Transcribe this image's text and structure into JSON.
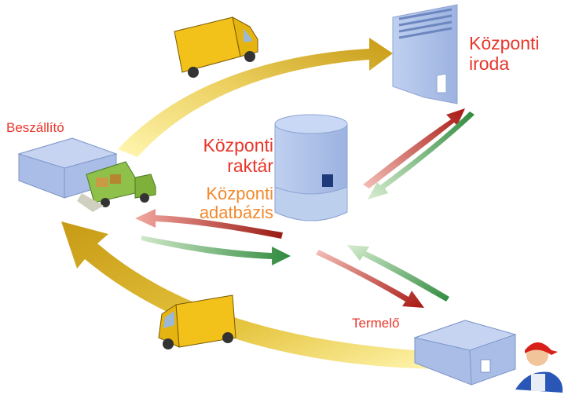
{
  "diagram": {
    "nodes": {
      "central_office": {
        "line1": "Központi",
        "line2": "iroda"
      },
      "supplier": {
        "label": "Beszállító"
      },
      "central_warehouse": {
        "line1": "Központi",
        "line2": "raktár"
      },
      "central_database": {
        "line1": "Központi",
        "line2": "adatbázis"
      },
      "producer": {
        "label": "Termelő"
      }
    },
    "colors": {
      "label_red": "#e8362a",
      "label_orange": "#f28a2e",
      "flow_gold": "#e0b624",
      "flow_red": "#c8221c",
      "flow_green": "#3e9c4a",
      "building_blue": "#a9bde6",
      "truck_yellow": "#f2c21a",
      "truck_green": "#8fc04a"
    },
    "icons": [
      "truck-icon",
      "office-building-icon",
      "warehouse-building-icon",
      "supplier-building-icon",
      "producer-building-icon",
      "worker-icon"
    ]
  }
}
